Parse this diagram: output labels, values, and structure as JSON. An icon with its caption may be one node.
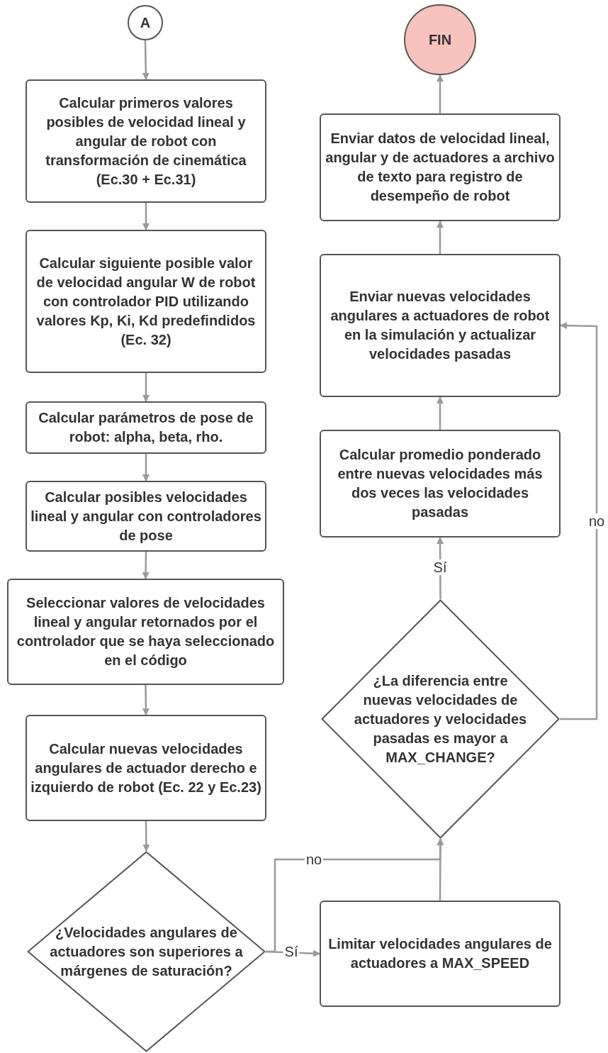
{
  "diagram": {
    "nodes": [
      {
        "text": [
          "A"
        ]
      },
      {
        "text": [
          "Calcular primeros valores posibles de velocidad lineal y angular de robot con transformación de cinemática (Ec.30 + Ec.31)"
        ]
      },
      {
        "text": [
          "Calcular siguiente posible valor de velocidad angular W de robot con controlador PID utilizando valores Kp, Ki, Kd predefindidos (Ec. 32)"
        ]
      },
      {
        "text": [
          "Calcular parámetros de pose de robot: alpha, beta, rho."
        ]
      },
      {
        "text": [
          "Calcular posibles velocidades lineal y angular con controladores de pose"
        ]
      },
      {
        "text": [
          "Seleccionar valores de velocidades lineal y angular retornados por el controlador que se haya seleccionado en el código"
        ]
      },
      {
        "text": [
          "Calcular nuevas velocidades angulares de actuador derecho e izquierdo de robot (Ec. 22 y Ec.23)"
        ]
      },
      {
        "text": [
          "¿Velocidades angulares de actuadores son superiores a márgenes de saturación?"
        ]
      },
      {
        "text": [
          "Limitar velocidades angulares de actuadores a MAX_SPEED"
        ]
      },
      {
        "text": [
          "¿La diferencia entre nuevas velocidades de actuadores y velocidades pasadas es mayor a MAX_CHANGE?"
        ]
      },
      {
        "text": [
          "Calcular promedio ponderado entre nuevas velocidades más dos veces las velocidades pasadas"
        ]
      },
      {
        "text": [
          "Enviar nuevas velocidades angulares a actuadores de robot en la simulación y actualizar velocidades pasadas"
        ]
      },
      {
        "text": [
          "Enviar datos de velocidad lineal, angular y de actuadores a archivo de texto para registro de desempeño de robot"
        ]
      },
      {
        "text": [
          "FIN"
        ]
      }
    ],
    "edges": [
      {
        "from": 0,
        "to": 1,
        "arrow": "to"
      },
      {
        "from": 1,
        "to": 2,
        "arrow": "to"
      },
      {
        "from": 2,
        "to": 3,
        "arrow": "to"
      },
      {
        "from": 3,
        "to": 4,
        "arrow": "to"
      },
      {
        "from": 4,
        "to": 5,
        "arrow": "to"
      },
      {
        "from": 5,
        "to": 6,
        "arrow": "to"
      },
      {
        "from": 6,
        "to": 7,
        "arrow": "to"
      },
      {
        "from": 7,
        "to": 8,
        "arrow": "to",
        "label": "Sí"
      },
      {
        "from": 7,
        "to": 9,
        "arrow": "to",
        "label": "no"
      },
      {
        "from": 8,
        "to": 9,
        "arrow": "to"
      },
      {
        "from": 9,
        "to": 10,
        "arrow": "to",
        "label": "Sí"
      },
      {
        "from": 9,
        "to": 11,
        "arrow": "to",
        "label": "no"
      },
      {
        "from": 10,
        "to": 11,
        "arrow": "to"
      },
      {
        "from": 11,
        "to": 12,
        "arrow": "to"
      },
      {
        "from": 12,
        "to": 13,
        "arrow": "to"
      }
    ]
  }
}
